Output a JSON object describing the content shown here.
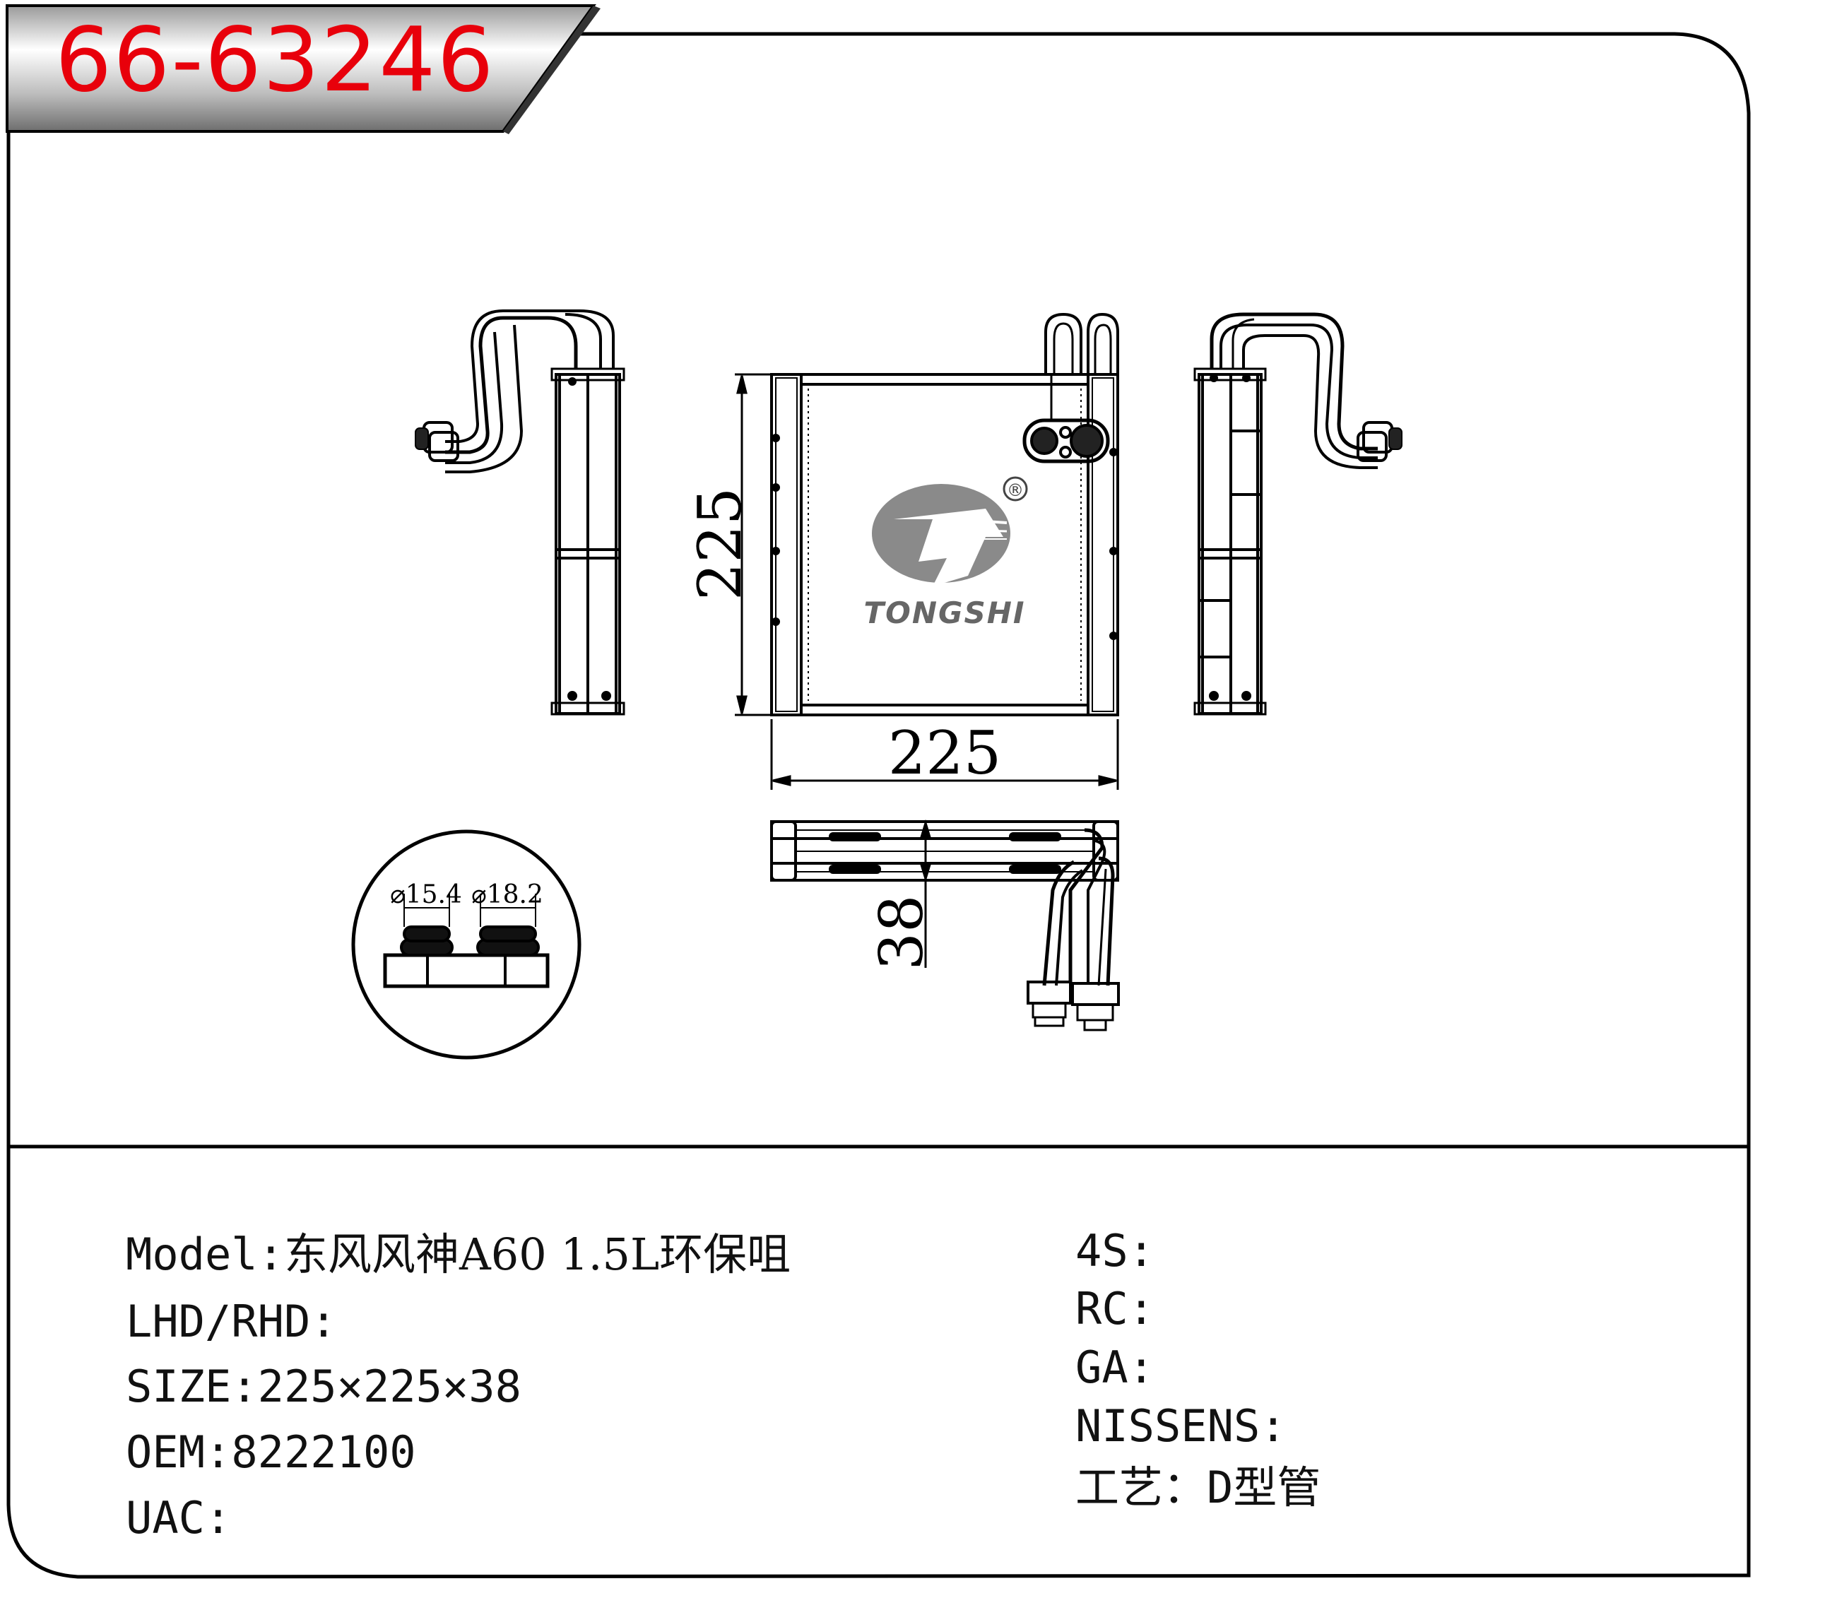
{
  "part_number": "66-63246",
  "brand": {
    "name": "TONGSHI",
    "registered_mark": "®"
  },
  "dimensions": {
    "height_label": "225",
    "width_label": "225",
    "depth_label": "38",
    "port_small_label": "⌀15.4",
    "port_large_label": "⌀18.2"
  },
  "specs_left": [
    {
      "label": "Model:",
      "value": "东风风神A60 1.5L环保咀"
    },
    {
      "label": "LHD/RHD:",
      "value": ""
    },
    {
      "label": "SIZE:",
      "value": "225×225×38"
    },
    {
      "label": "OEM:",
      "value": "8222100"
    },
    {
      "label": "UAC:",
      "value": ""
    }
  ],
  "specs_right": [
    {
      "label": "4S:",
      "value": ""
    },
    {
      "label": "RC:",
      "value": ""
    },
    {
      "label": "GA:",
      "value": ""
    },
    {
      "label": "NISSENS:",
      "value": ""
    },
    {
      "label": "工艺：",
      "value": "D型管"
    }
  ],
  "colors": {
    "accent": "#e8000b",
    "line": "#000000"
  }
}
